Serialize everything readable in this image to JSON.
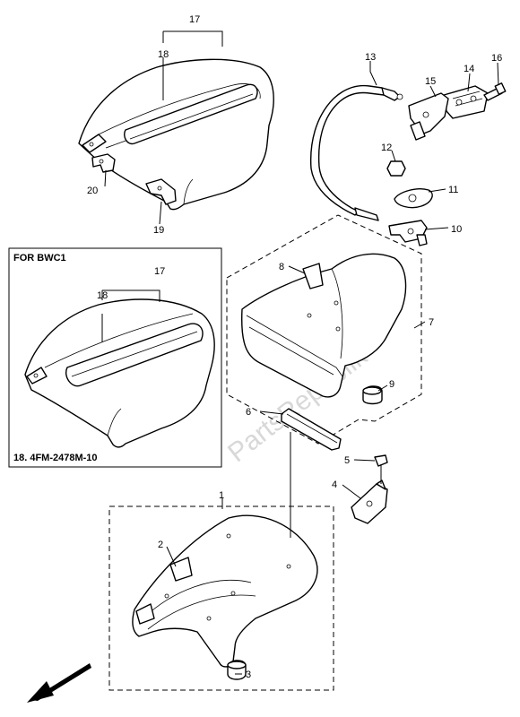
{
  "callouts": [
    "1",
    "2",
    "3",
    "4",
    "5",
    "6",
    "7",
    "8",
    "9",
    "10",
    "11",
    "12",
    "13",
    "14",
    "15",
    "16",
    "17",
    "18",
    "19",
    "20"
  ],
  "inset": {
    "title": "FOR BWC1",
    "note": "18. 4FM-2478M-10",
    "label_17": "17",
    "label_18": "18"
  },
  "watermark": "PartsRepublik"
}
